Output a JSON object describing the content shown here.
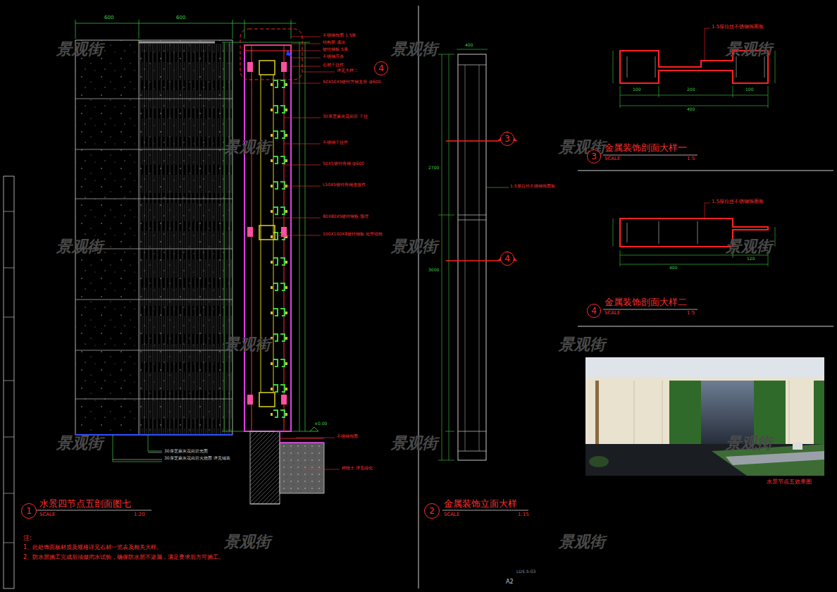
{
  "diagram": {
    "nodes": [
      {
        "text": [
          "1"
        ]
      },
      {
        "text": [
          "2"
        ]
      },
      {
        "text": [
          "3"
        ]
      },
      {
        "text": [
          "4"
        ]
      },
      {
        "text": [
          "3"
        ]
      },
      {
        "text": [
          "4"
        ]
      },
      {
        "text": [
          "4"
        ]
      }
    ],
    "labels": [
      "景观街",
      "景观街",
      "景观街",
      "景观街",
      "景观街",
      "景观街",
      "景观街",
      "景观街",
      "景观街",
      "景观街",
      "景观街",
      "景观街",
      "景观街",
      "景观街",
      "景观街",
      "水景四节点五剖面图七",
      "SCALE",
      "1:20",
      "金属装饰立面大样",
      "SCALE",
      "1:15",
      "金属装饰剖面大样一",
      "SCALE",
      "1:5",
      "金属装饰剖面大样二",
      "SCALE",
      "1:5",
      "注:",
      "1、此处饰面板材质及规格详见石材一览表及相关大样。",
      "2、防水层施工完成后须做闭水试验，确保防水层不渗漏，满足要求后方可施工。",
      "水景节点五效果图",
      "A2",
      "LD5.5-03",
      "600",
      "600",
      "400",
      "2700",
      "3000",
      "400",
      "100",
      "200",
      "100",
      "400",
      "120",
      "1.5厚拉丝不锈钢饰面板",
      "1.5厚拉丝不锈钢饰面板",
      "1.5厚拉丝不锈钢饰面板",
      "不锈钢饰面 1.5厚",
      "结构胶 满涂",
      "镀锌钢板 5厚",
      "不锈钢压条",
      "石材干挂件",
      "详见大样二",
      "50X50X5镀锌方钢龙骨 @600",
      "30厚芝麻灰花岗岩 干挂",
      "不锈钢干挂件",
      "50X5镀锌角钢 @600",
      "L50X5镀锌角钢连接件",
      "80X80X5镀锌钢板 预埋",
      "100X100X8镀锌钢板 化学锚栓",
      "不锈钢饰面",
      "种植土 详见绿化",
      "30厚芝麻灰花岗岩光面",
      "30厚芝麻灰花岗岩火烧面 详见铺装",
      "±0.00"
    ]
  }
}
